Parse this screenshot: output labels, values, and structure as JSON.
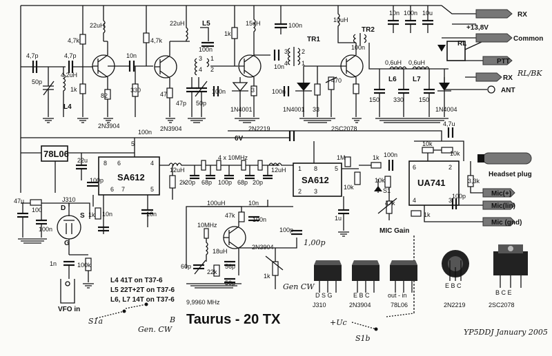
{
  "title": "Taurus - 20 TX",
  "credit": "YP5DDJ January 2005",
  "ics": {
    "sa612_a": "SA612",
    "sa612_b": "SA612",
    "ua741": "UA741",
    "reg": "78L06"
  },
  "transistors": {
    "q1": "2N3904",
    "q2": "2N3904",
    "q3": "2N2219",
    "q4": "2SC2078",
    "q5": "2N3904",
    "j310": "J310"
  },
  "pins": {
    "p8": "8",
    "p6": "6",
    "p4": "4",
    "p7": "7",
    "p5": "5",
    "p1": "1",
    "p2": "2",
    "p3": "3",
    "s": "S",
    "d": "D",
    "g": "G"
  },
  "inductors": {
    "L4": "L4",
    "L5": "L5",
    "L6": "L6",
    "L7": "L7",
    "TR1": "TR1",
    "TR2": "TR2",
    "RL": "RL"
  },
  "values": {
    "c47p": "4,7p",
    "c47p2": "4,7p",
    "c50p": "50p",
    "l42u": "4,2uH",
    "r47k": "4,7k",
    "r1k": "1k",
    "l22u": "22uH",
    "r82": "82",
    "c10n": "10n",
    "r330": "330",
    "r47k2": "4,7k",
    "r47": "47",
    "c47p3": "47p",
    "c50p2": "50p",
    "l22u2": "22uH",
    "c100n": "100n",
    "r1k2": "1k",
    "l15u": "15uH",
    "c100n2": "100n",
    "d1n4001": "1N4001",
    "d1n4001b": "1N4001",
    "r33": "33",
    "r470": "470",
    "l10u": "10uH",
    "c100n3": "100n",
    "c10n2": "10n",
    "c100n4": "100n",
    "c10u": "10u",
    "l06u": "0,6uH",
    "l06u2": "0,6uH",
    "c150": "150",
    "c330": "330",
    "c150b": "150",
    "d1n4004": "1N4004",
    "c100n5": "100n",
    "v6": "6V",
    "c47u": "4,7u",
    "c22u": "22u",
    "l12u": "12uH",
    "r2k": "2k",
    "xtal": "4 x 10MHz",
    "c20p": "20p",
    "c68p": "68p",
    "c100p": "100p",
    "c68p2": "68p",
    "c20p2": "20p",
    "l12u2": "12uH",
    "r1m": "1M",
    "r10k": "10k",
    "r1k3": "1k",
    "c100n6": "100n",
    "r10k2": "10k",
    "r10k3": "10k",
    "r33k": "3,3k",
    "c100p2": "100p",
    "c10n3": "10n",
    "c10n4": "10n",
    "c47u2": "47u",
    "r100": "100",
    "c100n7": "100n",
    "c1n": "1n",
    "r100k": "100k",
    "c100n8": "100n",
    "r47k3": "47k",
    "c10mhz": "10MHz",
    "l18u": "18uH",
    "c60p": "60p",
    "r22k": "22k",
    "c56p": "56p",
    "c56p2": "56p",
    "c100p3": "100p",
    "r1k4": "1k",
    "c100u": "100uH",
    "c10n5": "10n",
    "c100n9": "100n",
    "vfo_freq": "9,9960 MHz",
    "c1u": "1u",
    "r47k4": "47k",
    "r1k5": "1k",
    "c100n10": "100n",
    "c100p4": "1,00p"
  },
  "connectors": {
    "rx": "RX",
    "v138": "+13,8V",
    "common": "Common",
    "ptt": "PTT",
    "rx2": "RX",
    "ant": "ANT",
    "headset": "Headset plug",
    "mic_plus": "Mic(+)",
    "mic_lin": "Mic(lin)",
    "mic_gnd": "Mic (gnd)",
    "mic_gain": "MIC Gain",
    "vfo_in": "VFO in",
    "rlbk": "RL/BK"
  },
  "coil_notes": [
    "L4 41T on T37-6",
    "L5 22T+2T on T37-6",
    "L6, L7 14T on T37-6"
  ],
  "handwritten": {
    "s1a": "S1a",
    "s1b": "S1b",
    "gen_cw": "Gen. CW",
    "gen_cw2": "Gen CW",
    "uc": "+Uc",
    "b": "B",
    "s1": "S1"
  },
  "packages": [
    {
      "name": "J310",
      "pins": "D S G"
    },
    {
      "name": "2N3904",
      "pins": "E B C"
    },
    {
      "name": "78L06",
      "pins": "out - in"
    },
    {
      "name": "2N2219",
      "pins": "E B C"
    },
    {
      "name": "2SC2078",
      "pins": "B C E"
    }
  ]
}
